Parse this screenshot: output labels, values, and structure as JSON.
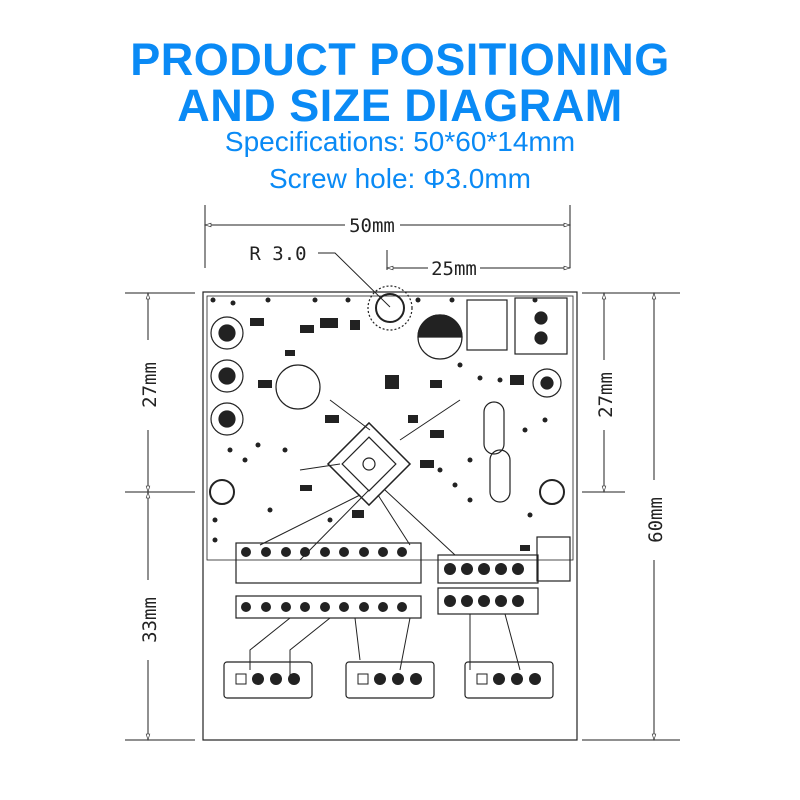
{
  "title": {
    "line1": "PRODUCT POSITIONING",
    "line2": "AND SIZE DIAGRAM"
  },
  "specs": {
    "size": "Specifications: 50*60*14mm",
    "hole": "Screw hole: Φ3.0mm"
  },
  "dimensions": {
    "width_total": "50mm",
    "width_half": "25mm",
    "radius": "R 3.0",
    "left_top": "27mm",
    "left_bottom": "33mm",
    "right_top": "27mm",
    "height_total": "60mm"
  },
  "colors": {
    "accent": "#0a8af5",
    "line": "#222222"
  }
}
